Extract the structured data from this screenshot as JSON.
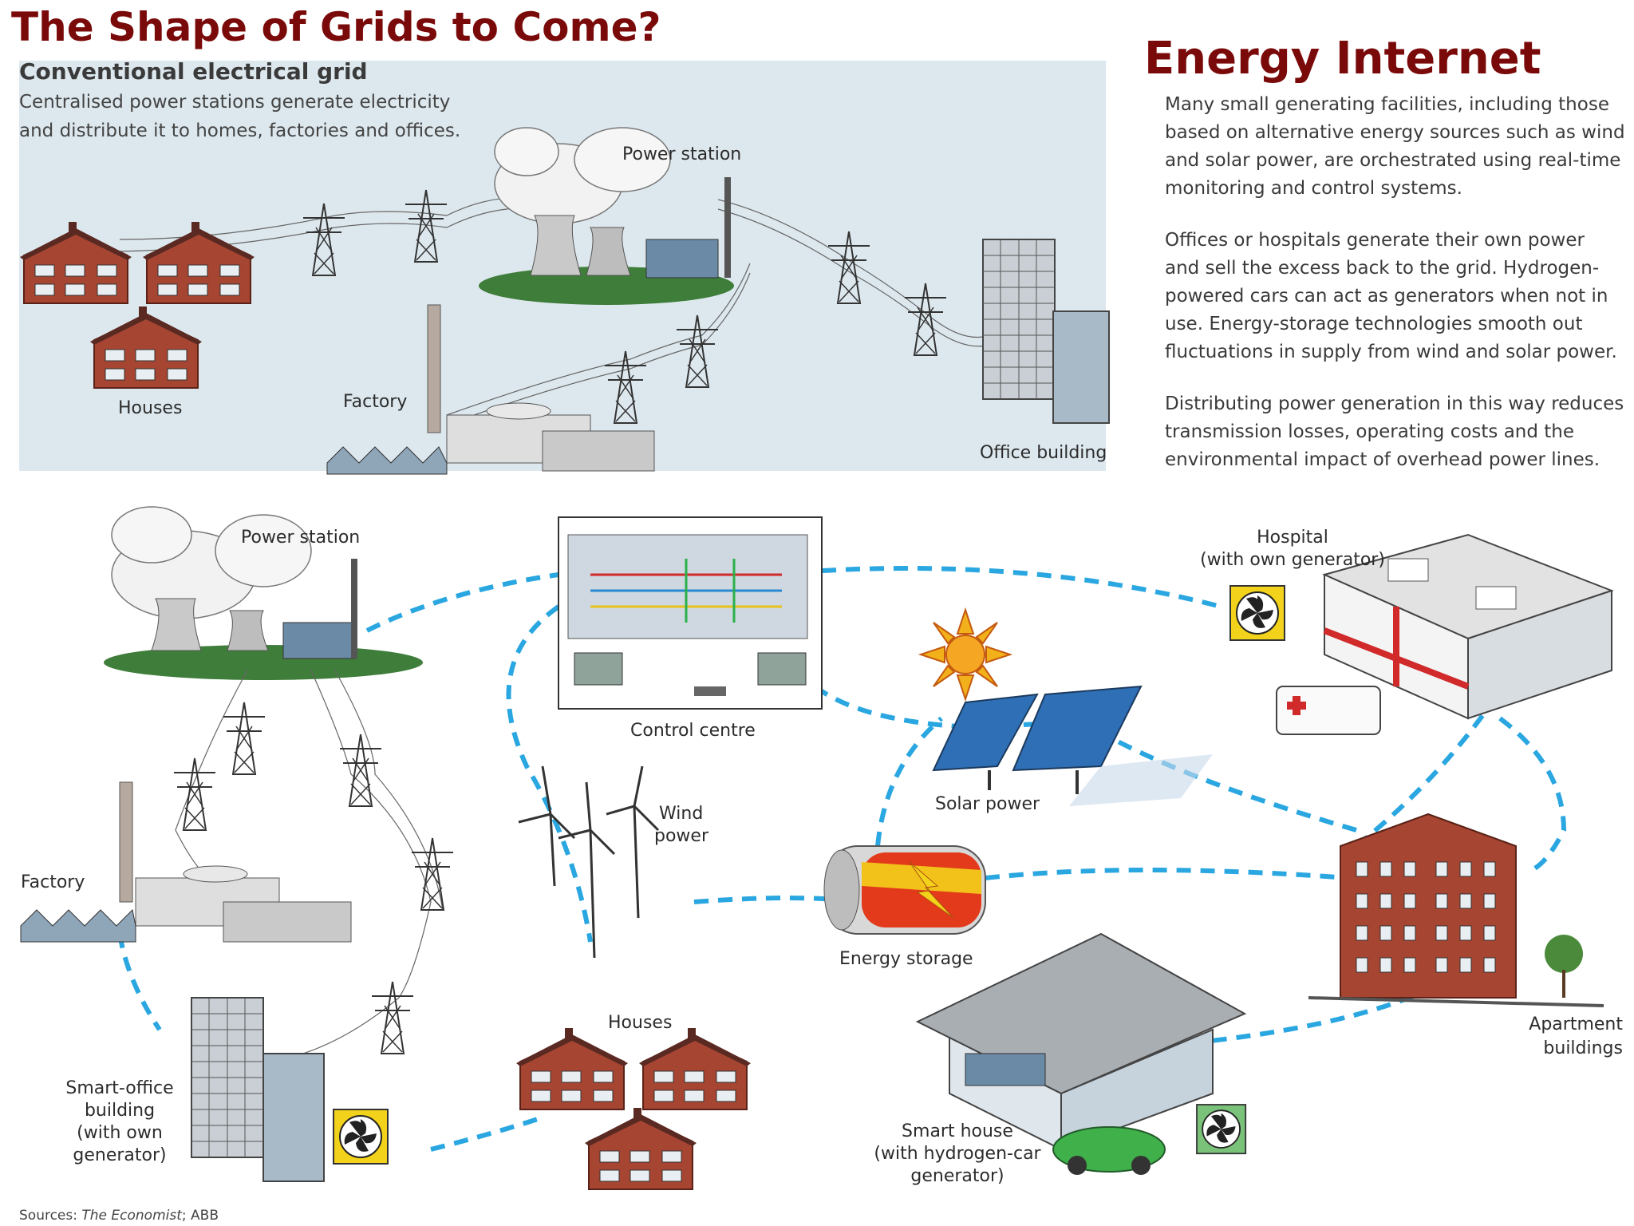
{
  "header": {
    "main_title": "The Shape of Grids to Come?",
    "right_title": "Energy Internet"
  },
  "conventional": {
    "heading": "Conventional electrical grid",
    "description_line1": "Centralised power stations generate electricity",
    "description_line2": "and  distribute it to homes, factories and offices.",
    "labels": {
      "power_station": "Power station",
      "houses": "Houses",
      "factory": "Factory",
      "office_building": "Office building"
    }
  },
  "energy_internet": {
    "paragraphs": [
      [
        "Many small generating facilities, including those",
        "based on alternative energy sources such as wind",
        "and solar power, are orchestrated using real-time",
        "monitoring and control systems."
      ],
      [
        "Offices or hospitals generate their own power",
        "and sell the excess back to the grid. Hydrogen-",
        "powered cars can act as generators when not in",
        "use. Energy-storage technologies smooth out",
        "fluctuations in supply from wind and solar power."
      ],
      [
        "Distributing power generation in this way reduces",
        "transmission losses, operating costs and the",
        "environmental impact of overhead power lines."
      ]
    ],
    "labels": {
      "power_station": "Power station",
      "control_centre": "Control centre",
      "hospital": "Hospital",
      "hospital_note": "(with own generator)",
      "wind_power_1": "Wind",
      "wind_power_2": "power",
      "solar_power": "Solar power",
      "factory": "Factory",
      "energy_storage": "Energy storage",
      "apartment_1": "Apartment",
      "apartment_2": "buildings",
      "houses": "Houses",
      "smart_office_1": "Smart-office",
      "smart_office_2": "building",
      "smart_office_3": "(with own",
      "smart_office_4": "generator)",
      "smart_house_1": "Smart house",
      "smart_house_2": "(with hydrogen-car",
      "smart_house_3": "generator)"
    }
  },
  "footer": {
    "sources_prefix": "Sources: ",
    "sources_italic": "The Economist",
    "sources_suffix": "; ABB"
  },
  "colors": {
    "title_red": "#7a0a0a",
    "panel_bg": "#dde8ee",
    "grid_link_blue": "#2aa7e0",
    "brick": "#a64532",
    "generator_yellow": "#f2d21a"
  },
  "icons": [
    "generator-fan-icon",
    "sun-icon",
    "pylon-icon",
    "battery-icon",
    "wind-turbine-icon"
  ]
}
